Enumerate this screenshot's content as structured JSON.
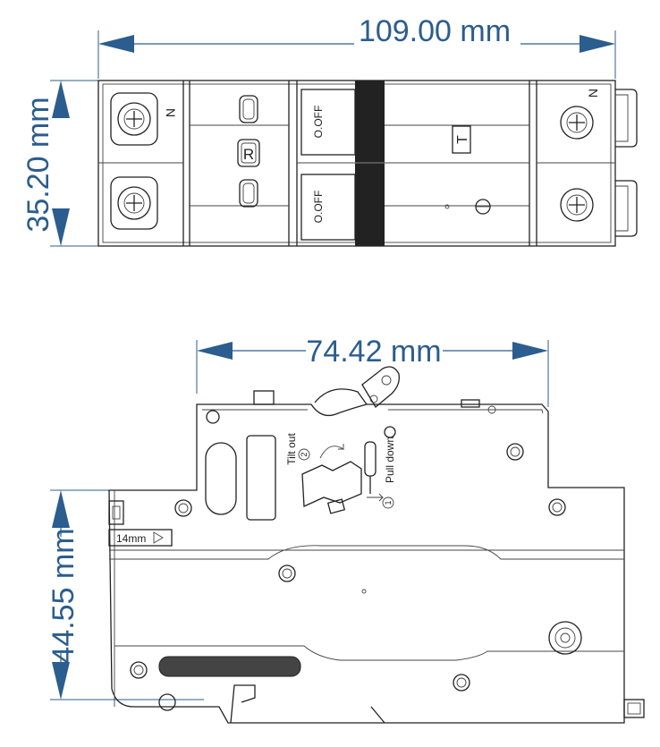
{
  "top_view": {
    "width_dimension": "109.00 mm",
    "height_dimension": "35.20 mm",
    "terminal_label_left": "N",
    "terminal_label_right": "N",
    "switch_label_top": "O.OFF",
    "switch_label_bottom": "O.OFF",
    "reset_button_label": "R",
    "test_button_label": "T"
  },
  "side_view": {
    "width_dimension": "74.42 mm",
    "height_dimension": "44.55 mm",
    "strip_gauge_label": "14mm",
    "step_1_label": "Pull down",
    "step_2_label": "Tilt out",
    "step_1_number": "1",
    "step_2_number": "2"
  },
  "colors": {
    "dimension": "#2b5d8e",
    "outline": "#222222"
  }
}
